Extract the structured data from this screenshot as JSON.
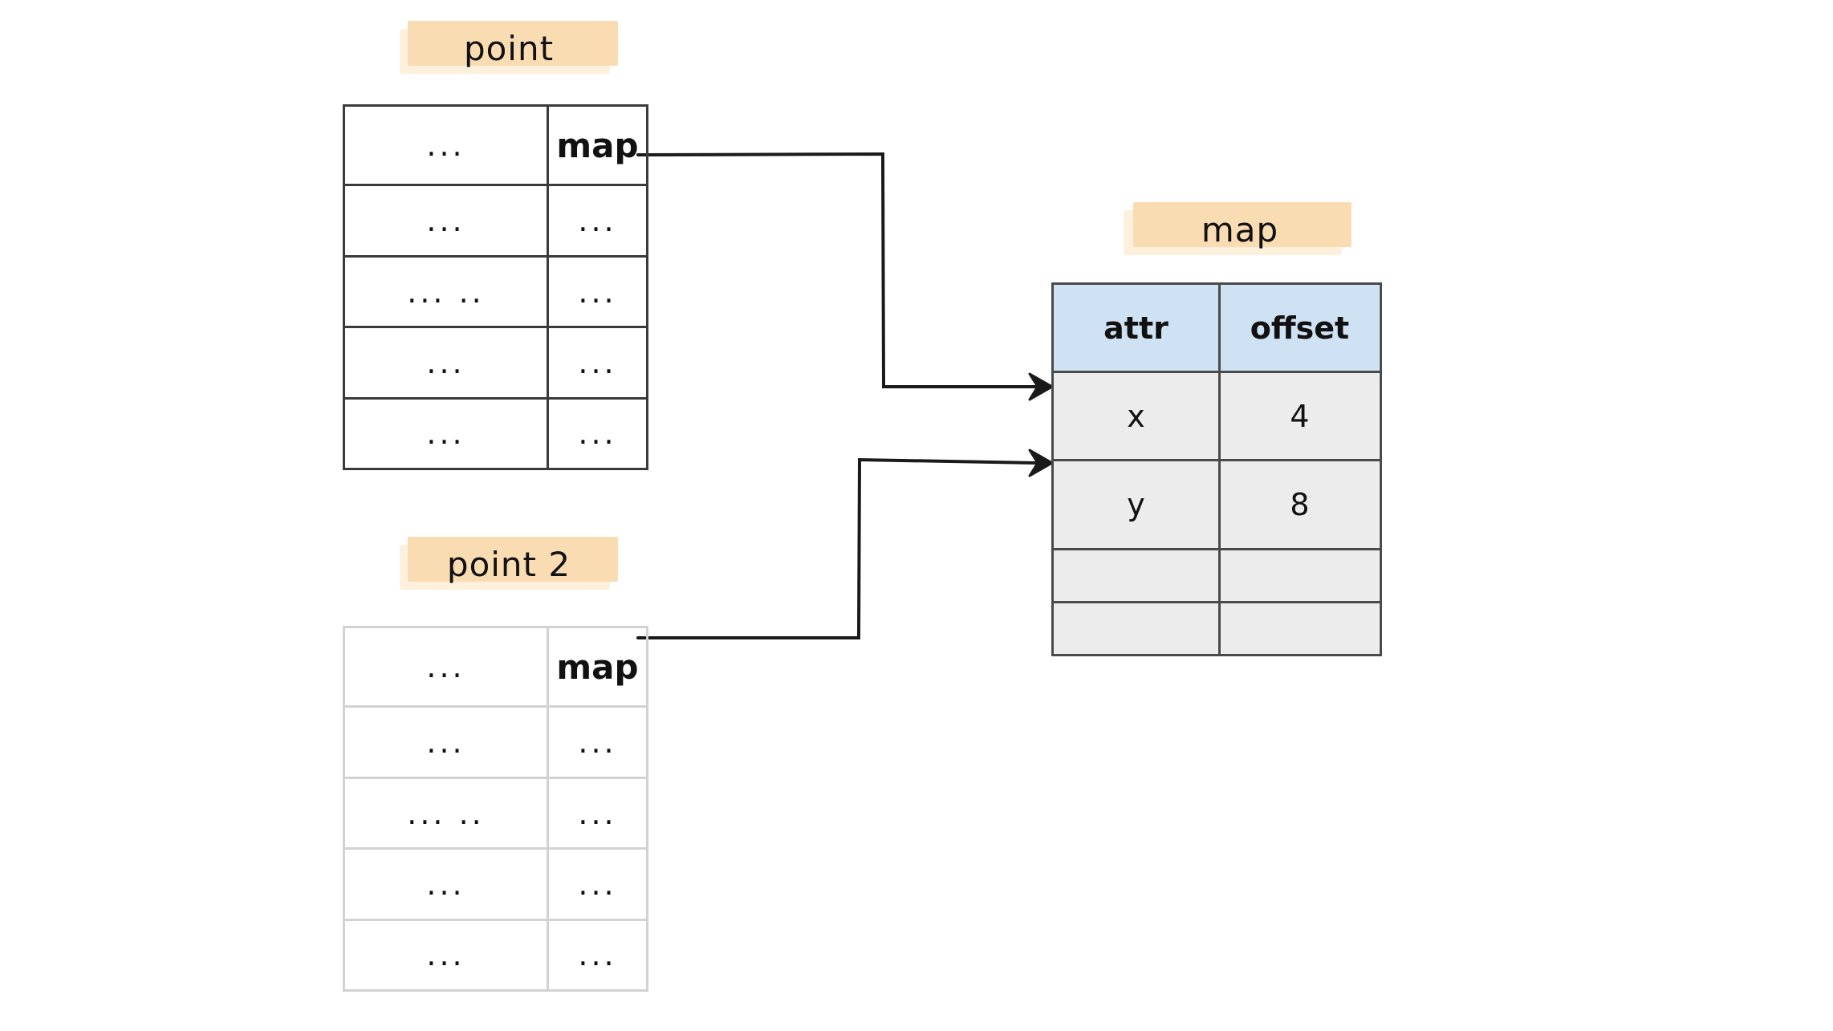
{
  "diagram": {
    "title_labels": {
      "point": "point",
      "point2": "point 2",
      "map": "map"
    },
    "point_table": {
      "name": "point",
      "rows": [
        {
          "left": "...",
          "right": "map"
        },
        {
          "left": "...",
          "right": "..."
        },
        {
          "left": "... ..",
          "right": "..."
        },
        {
          "left": "...",
          "right": "..."
        },
        {
          "left": "...",
          "right": "..."
        }
      ]
    },
    "point2_table": {
      "name": "point 2",
      "rows": [
        {
          "left": "...",
          "right": "map"
        },
        {
          "left": "...",
          "right": "..."
        },
        {
          "left": "... ..",
          "right": "..."
        },
        {
          "left": "...",
          "right": "..."
        },
        {
          "left": "...",
          "right": "..."
        }
      ]
    },
    "map_table": {
      "name": "map",
      "headers": {
        "attr": "attr",
        "offset": "offset"
      },
      "rows": [
        {
          "attr": "x",
          "offset": "4"
        },
        {
          "attr": "y",
          "offset": "8"
        },
        {
          "attr": "",
          "offset": ""
        },
        {
          "attr": "",
          "offset": ""
        }
      ]
    },
    "connectors": [
      {
        "from": "point.map",
        "to": "map.row.x",
        "arrowhead": "chevron-right"
      },
      {
        "from": "point2.map",
        "to": "map.row.y",
        "arrowhead": "chevron-right"
      }
    ],
    "colors": {
      "highlight": "#fadcb3",
      "highlight_soft": "#fdf0dd",
      "header_blue": "#cfe2f3",
      "row_gray": "#ececec",
      "border_dark": "#3a3a3a",
      "border_light": "#d2d2d2",
      "ink": "#111111"
    }
  }
}
